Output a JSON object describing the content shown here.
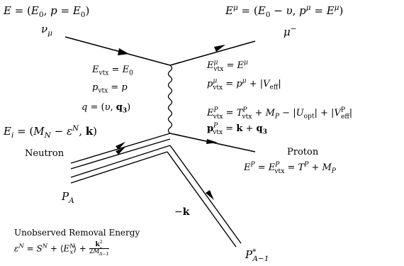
{
  "labels": {
    "neutrino_energy": "E = (E₀, p = E₀)",
    "neutrino": "ν_μ",
    "muon_energy": "E^μ = (E₀ − υ, p^μ = E^μ)",
    "muon": "μ⁻",
    "vtx_energy": "E_vtx = E₀",
    "vtx_momentum": "p_vtx = p",
    "q_transfer": "q = (υ, q₃)",
    "muon_vtx_energy": "E^μ_vtx = E^μ",
    "muon_vtx_momentum": "p^μ_vtx = p^μ + |V_eff|",
    "proton_vtx_energy": "E^P_vtx = T^P_vtx + M_P − |U_opt| + |V^P_eff|",
    "proton_vtx_momentum": "p^P_vtx = k + q₃",
    "initial_energy": "E_i = (M_N − ε^N, k)",
    "neutron": "Neutron",
    "proton": "Proton",
    "proton_energy": "E^P = E^P_vtx = T^P + M_P",
    "nucleus": "P_A",
    "minus_k": "−k",
    "removal_title": "Unobserved Removal Energy",
    "removal_formula": "ε^N = S^N + ⟨E^N_x⟩ + k²/(2M*_{A−1})",
    "residual": "P*_{A−1}"
  }
}
